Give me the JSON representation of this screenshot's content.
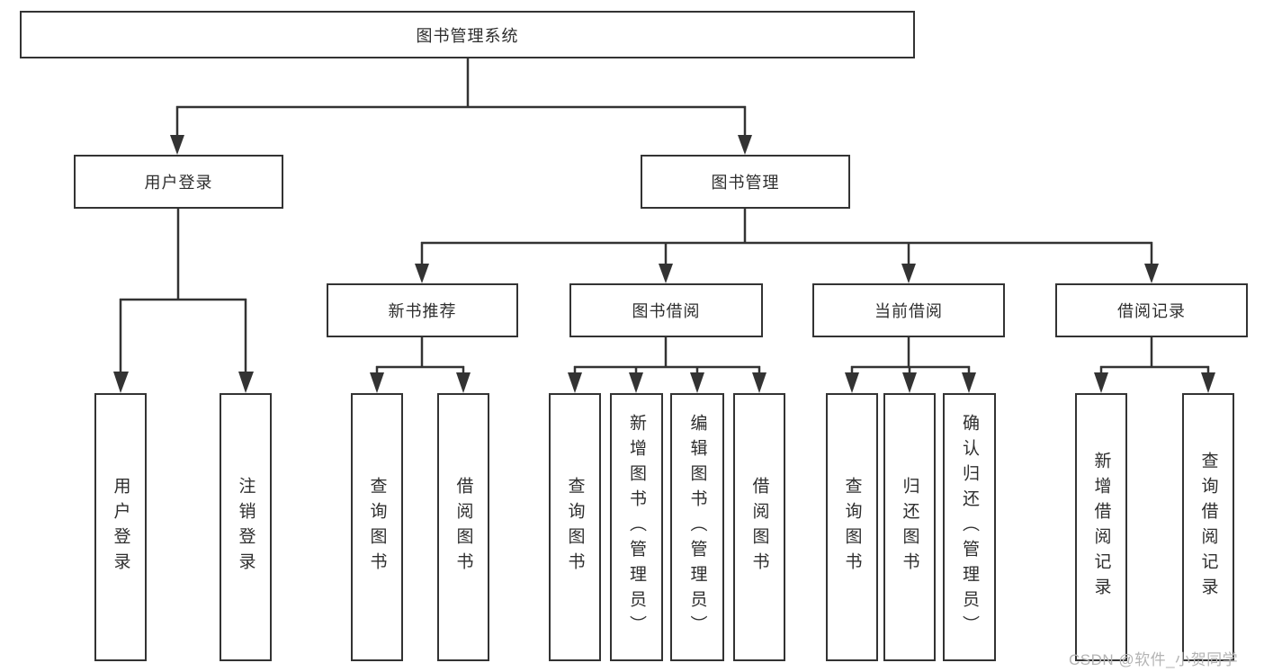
{
  "diagram_title": "图书管理系统",
  "tree": {
    "label": "图书管理系统",
    "children": [
      {
        "label": "用户登录",
        "children": [
          {
            "label": "用户登录"
          },
          {
            "label": "注销登录"
          }
        ]
      },
      {
        "label": "图书管理",
        "children": [
          {
            "label": "新书推荐",
            "children": [
              {
                "label": "查询图书"
              },
              {
                "label": "借阅图书"
              }
            ]
          },
          {
            "label": "图书借阅",
            "children": [
              {
                "label": "查询图书"
              },
              {
                "label": "新增图书（管理员）"
              },
              {
                "label": "编辑图书（管理员）"
              },
              {
                "label": "借阅图书"
              }
            ]
          },
          {
            "label": "当前借阅",
            "children": [
              {
                "label": "查询图书"
              },
              {
                "label": "归还图书"
              },
              {
                "label": "确认归还（管理员）"
              }
            ]
          },
          {
            "label": "借阅记录",
            "children": [
              {
                "label": "新增借阅记录"
              },
              {
                "label": "查询借阅记录"
              }
            ]
          }
        ]
      }
    ]
  },
  "watermark": {
    "text": "CSDN @软件_小贺同学"
  },
  "colors": {
    "line": "#333333",
    "box_border": "#333333",
    "text": "#2e2e2e",
    "watermark": "#b4b4b4",
    "background": "#ffffff"
  }
}
